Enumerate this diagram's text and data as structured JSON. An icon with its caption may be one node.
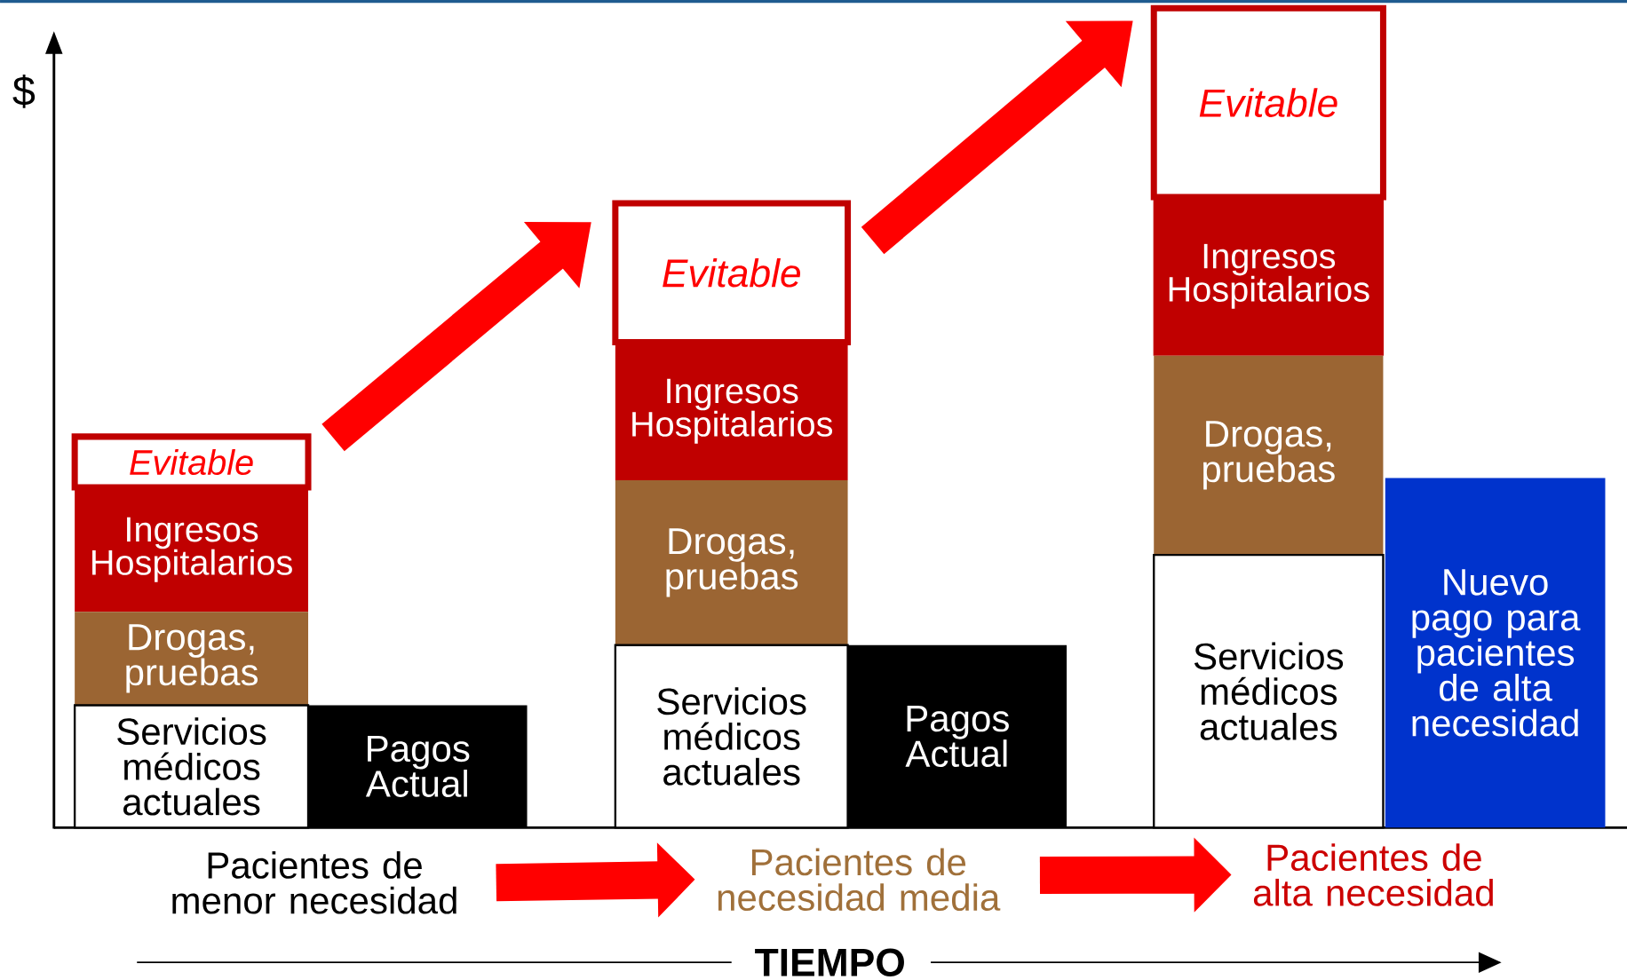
{
  "diagram": {
    "nodes": [
      {
        "text": [
          "Evitable"
        ]
      },
      {
        "text": [
          "Ingresos Hospitalarios"
        ]
      },
      {
        "text": [
          "Drogas, pruebas"
        ]
      },
      {
        "text": [
          "Servicios médicos actuales"
        ]
      },
      {
        "text": [
          "Pagos Actual"
        ]
      },
      {
        "text": [
          "Evitable"
        ]
      },
      {
        "text": [
          "Ingresos Hospitalarios"
        ]
      },
      {
        "text": [
          "Drogas, pruebas"
        ]
      },
      {
        "text": [
          "Servicios médicos actuales"
        ]
      },
      {
        "text": [
          "Pagos Actual"
        ]
      },
      {
        "text": [
          "Evitable"
        ]
      },
      {
        "text": [
          "Ingresos Hospitalarios"
        ]
      },
      {
        "text": [
          "Drogas, pruebas"
        ]
      },
      {
        "text": [
          "Servicios médicos actuales"
        ]
      },
      {
        "text": [
          "Nuevo pago para pacientes de alta necesidad"
        ]
      },
      {
        "text": [
          "Pacientes de menor necesidad"
        ]
      },
      {
        "text": [
          "Pacientes de necesidad media"
        ]
      },
      {
        "text": [
          "Pacientes de alta necesidad"
        ]
      }
    ],
    "edges": [
      {
        "from": 0,
        "to": 5,
        "arrow": "to"
      },
      {
        "from": 5,
        "to": 10,
        "arrow": "to"
      },
      {
        "from": 15,
        "to": 16,
        "arrow": "to"
      },
      {
        "from": 16,
        "to": 17,
        "arrow": "to"
      }
    ],
    "labels": [
      "$",
      "TIEMPO"
    ]
  }
}
